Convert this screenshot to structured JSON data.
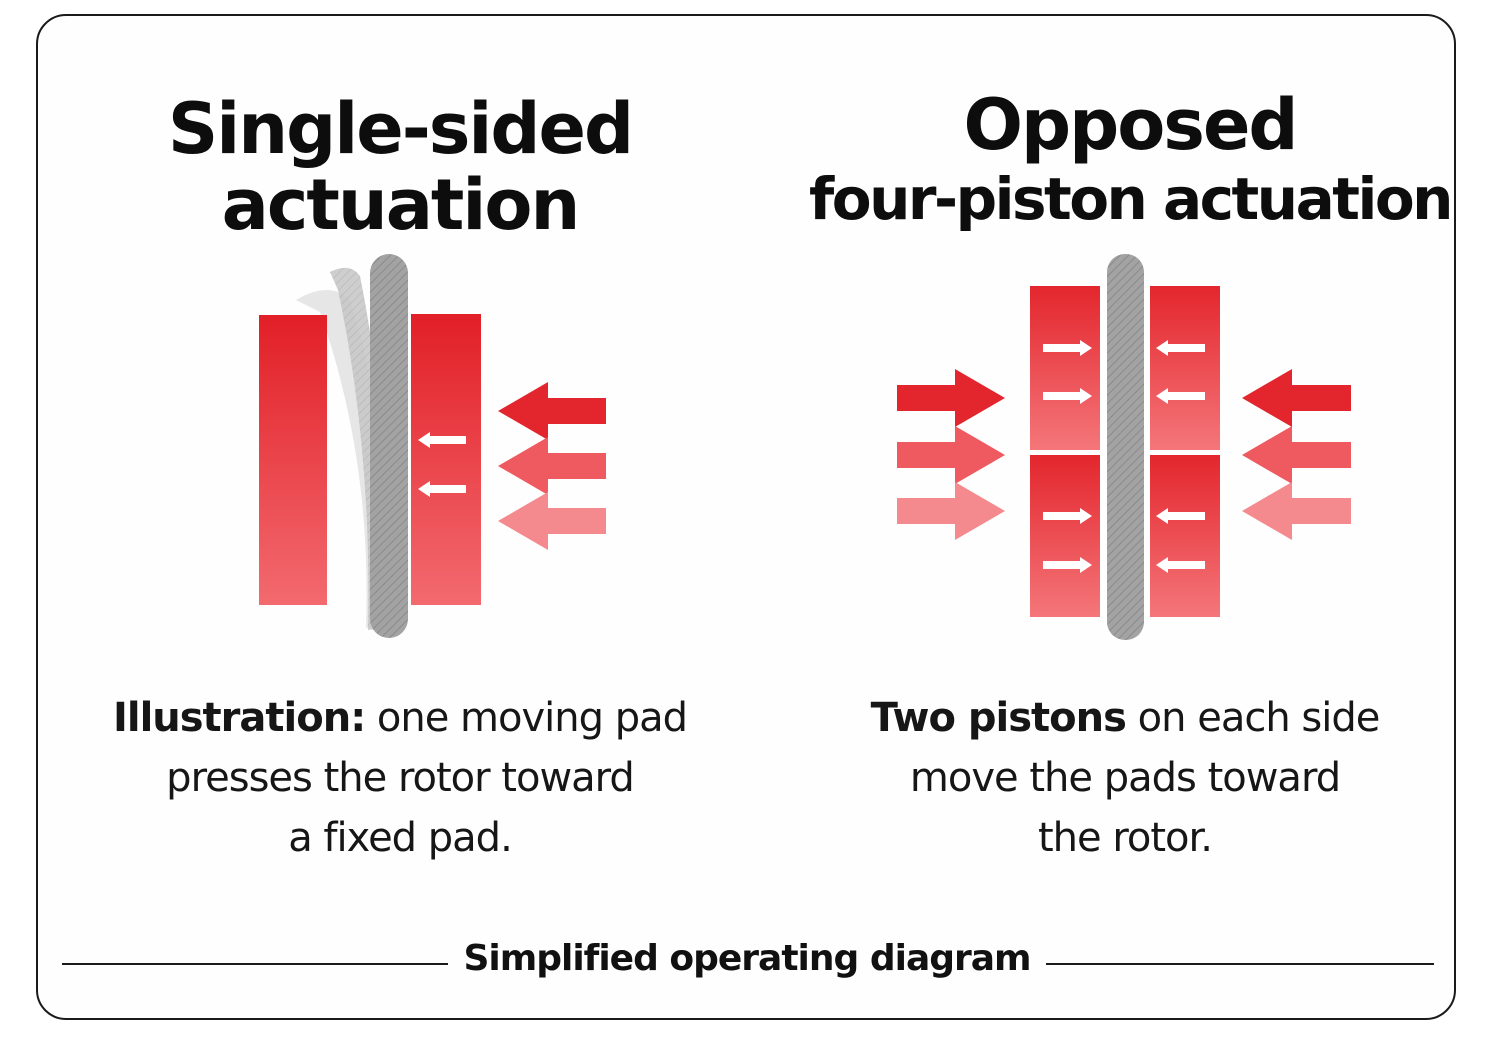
{
  "left_panel": {
    "title_line1": "Single-sided",
    "title_line2": "actuation",
    "caption_bold": "Illustration:",
    "caption_line1_rest": " one moving pad",
    "caption_line2": "presses the rotor toward",
    "caption_line3": "a fixed pad."
  },
  "right_panel": {
    "title_line1": "Opposed",
    "title_line2": "four-piston actuation",
    "caption_bold": "Two pistons",
    "caption_line1_rest": " on each side",
    "caption_line2": "move the pads toward",
    "caption_line3": "the rotor."
  },
  "footer": {
    "label": "Simplified operating diagram"
  },
  "colors": {
    "pad_red": "#e3262d",
    "pad_red_light": "#f16d72",
    "rotor_gray": "#9a9a9a",
    "ink": "#111111"
  },
  "icons": [
    "rotor-icon",
    "brake-pad-icon",
    "force-arrow-icon",
    "piston-arrow-icon"
  ]
}
